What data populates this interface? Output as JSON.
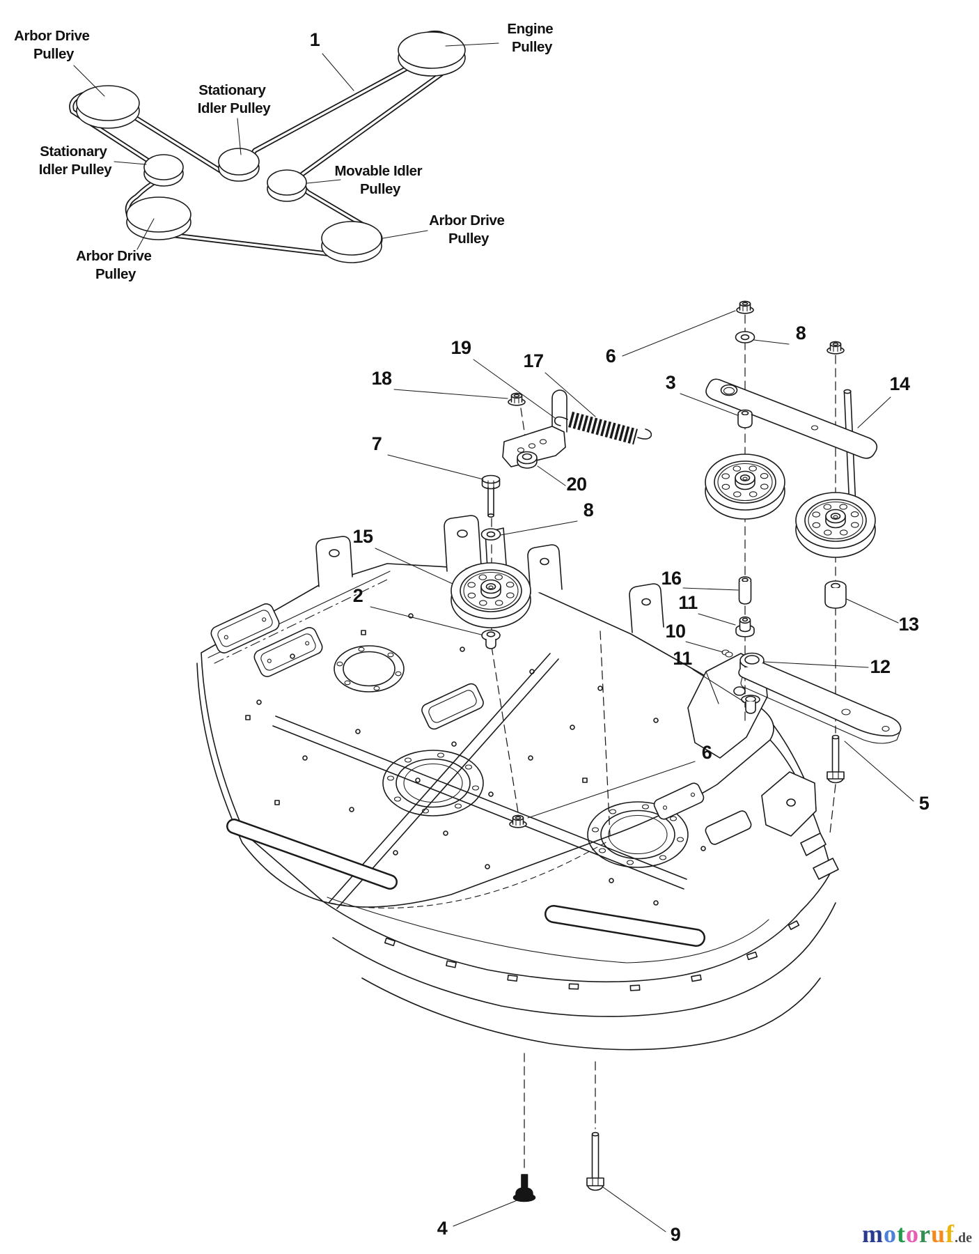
{
  "callouts": {
    "1": "1",
    "2": "2",
    "3": "3",
    "4": "4",
    "5": "5",
    "6": "6",
    "7": "7",
    "8": "8",
    "9": "9",
    "10": "10",
    "11": "11",
    "12": "12",
    "13": "13",
    "14": "14",
    "15": "15",
    "16": "16",
    "17": "17",
    "18": "18",
    "19": "19",
    "20": "20"
  },
  "belt_labels": {
    "arbor_tl_1": "Arbor Drive",
    "arbor_tl_2": "Pulley",
    "engine_1": "Engine",
    "engine_2": "Pulley",
    "stat_center_1": "Stationary",
    "stat_center_2": "Idler Pulley",
    "stat_left_1": "Stationary",
    "stat_left_2": "Idler Pulley",
    "movable_1": "Movable Idler",
    "movable_2": "Pulley",
    "arbor_right_1": "Arbor Drive",
    "arbor_right_2": "Pulley",
    "arbor_bl_1": "Arbor Drive",
    "arbor_bl_2": "Pulley"
  },
  "logo": {
    "word_letters": [
      {
        "ch": "m",
        "color": "#2a3b8f"
      },
      {
        "ch": "o",
        "color": "#4d82d6"
      },
      {
        "ch": "t",
        "color": "#22994d"
      },
      {
        "ch": "o",
        "color": "#e45fb5"
      },
      {
        "ch": "r",
        "color": "#338f52"
      },
      {
        "ch": "u",
        "color": "#f28a1e"
      },
      {
        "ch": "f",
        "color": "#eab411"
      }
    ],
    "suffix": ".de",
    "suffix_color": "#4a4a4a"
  }
}
